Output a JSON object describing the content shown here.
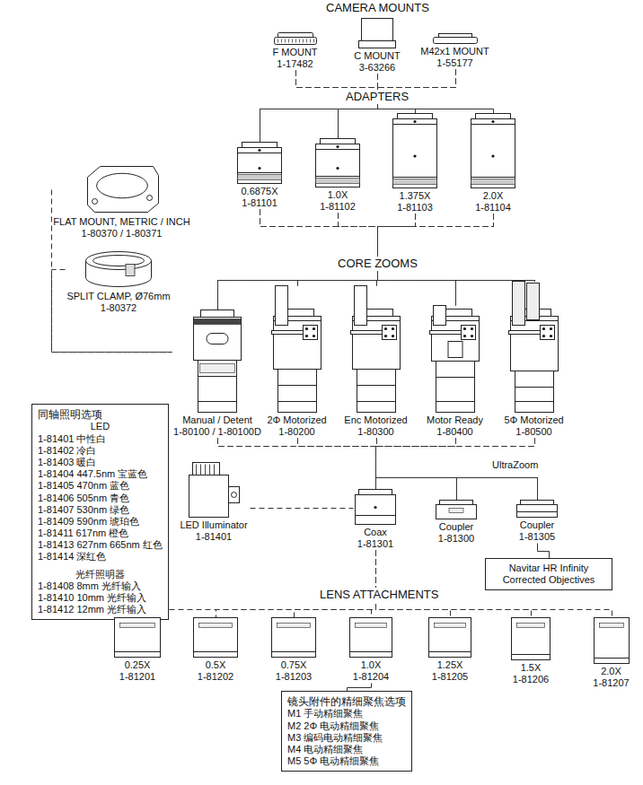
{
  "diagram": {
    "nodes": [
      {
        "text": [
          "F MOUNT",
          "1-17482"
        ]
      },
      {
        "text": [
          "C MOUNT",
          "3-63266"
        ]
      },
      {
        "text": [
          "M42x1 MOUNT",
          "1-55177"
        ]
      },
      {
        "text": [
          "0.6875X",
          "1-81101"
        ]
      },
      {
        "text": [
          "1.0X",
          "1-81102"
        ]
      },
      {
        "text": [
          "1.375X",
          "1-81103"
        ]
      },
      {
        "text": [
          "2.0X",
          "1-81104"
        ]
      },
      {
        "text": [
          "FLAT MOUNT, METRIC / INCH",
          "1-80370 / 1-80371"
        ]
      },
      {
        "text": [
          "SPLIT CLAMP, Ø76mm",
          "1-80372"
        ]
      },
      {
        "text": [
          "Manual / Detent",
          "1-80100 / 1-80100D"
        ]
      },
      {
        "text": [
          "2Φ Motorized",
          "1-80200"
        ]
      },
      {
        "text": [
          "Enc Motorized",
          "1-80300"
        ]
      },
      {
        "text": [
          "Motor Ready",
          "1-80400"
        ]
      },
      {
        "text": [
          "5Φ Motorized",
          "1-80500"
        ]
      },
      {
        "text": [
          "同轴照明选项",
          "LED",
          "1-81401 中性白",
          "1-81402 冷白",
          "1-81403 暖白",
          "1-81404 447.5nm 宝蓝色",
          "1-81405 470nm 蓝色",
          "1-81406 505nm 青色",
          "1-81407 530nm 绿色",
          "1-81409 590nm 琥珀色",
          "1-81411 617nm 橙色",
          "1-81413 627nm 665nm 红色",
          "1-81414 深红色",
          "光纤照明器",
          "1-81408 8mm 光纤输入",
          "1-81410 10mm 光纤输入",
          "1-81412 12mm 光纤输入"
        ]
      },
      {
        "text": [
          "LED Illuminator",
          "1-81401"
        ]
      },
      {
        "text": [
          "Coax",
          "1-81301"
        ]
      },
      {
        "text": [
          "Coupler",
          "1-81300"
        ]
      },
      {
        "text": [
          "Coupler",
          "1-81305"
        ]
      },
      {
        "text": [
          "Navitar HR Infinity Corrected Objectives"
        ]
      },
      {
        "text": [
          "0.25X",
          "1-81201"
        ]
      },
      {
        "text": [
          "0.5X",
          "1-81202"
        ]
      },
      {
        "text": [
          "0.75X",
          "1-81203"
        ]
      },
      {
        "text": [
          "1.0X",
          "1-81204"
        ]
      },
      {
        "text": [
          "1.25X",
          "1-81205"
        ]
      },
      {
        "text": [
          "1.5X",
          "1-81206"
        ]
      },
      {
        "text": [
          "2.0X",
          "1-81207"
        ]
      },
      {
        "text": [
          "镜头附件的精细聚焦选项",
          "M1 手动精细聚焦",
          "M2 2Φ 电动精细聚焦",
          "M3 编码电动精细聚焦",
          "M4 电动精细聚焦",
          "M5 5Φ 电动精细聚焦"
        ]
      }
    ],
    "edges": [
      {
        "from": 0,
        "to": 3,
        "arrow": "none"
      },
      {
        "from": 0,
        "to": 4,
        "arrow": "none"
      },
      {
        "from": 0,
        "to": 5,
        "arrow": "none"
      },
      {
        "from": 0,
        "to": 6,
        "arrow": "none"
      },
      {
        "from": 1,
        "to": 3,
        "arrow": "none"
      },
      {
        "from": 1,
        "to": 4,
        "arrow": "none"
      },
      {
        "from": 1,
        "to": 5,
        "arrow": "none"
      },
      {
        "from": 1,
        "to": 6,
        "arrow": "none"
      },
      {
        "from": 2,
        "to": 3,
        "arrow": "none"
      },
      {
        "from": 2,
        "to": 4,
        "arrow": "none"
      },
      {
        "from": 2,
        "to": 5,
        "arrow": "none"
      },
      {
        "from": 2,
        "to": 6,
        "arrow": "none"
      },
      {
        "from": 3,
        "to": 9,
        "arrow": "none"
      },
      {
        "from": 3,
        "to": 10,
        "arrow": "none"
      },
      {
        "from": 3,
        "to": 11,
        "arrow": "none"
      },
      {
        "from": 3,
        "to": 12,
        "arrow": "none"
      },
      {
        "from": 3,
        "to": 13,
        "arrow": "none"
      },
      {
        "from": 4,
        "to": 9,
        "arrow": "none"
      },
      {
        "from": 4,
        "to": 10,
        "arrow": "none"
      },
      {
        "from": 4,
        "to": 11,
        "arrow": "none"
      },
      {
        "from": 4,
        "to": 12,
        "arrow": "none"
      },
      {
        "from": 4,
        "to": 13,
        "arrow": "none"
      },
      {
        "from": 5,
        "to": 9,
        "arrow": "none"
      },
      {
        "from": 5,
        "to": 10,
        "arrow": "none"
      },
      {
        "from": 5,
        "to": 11,
        "arrow": "none"
      },
      {
        "from": 5,
        "to": 12,
        "arrow": "none"
      },
      {
        "from": 5,
        "to": 13,
        "arrow": "none"
      },
      {
        "from": 6,
        "to": 9,
        "arrow": "none"
      },
      {
        "from": 6,
        "to": 10,
        "arrow": "none"
      },
      {
        "from": 6,
        "to": 11,
        "arrow": "none"
      },
      {
        "from": 6,
        "to": 12,
        "arrow": "none"
      },
      {
        "from": 6,
        "to": 13,
        "arrow": "none"
      },
      {
        "from": 7,
        "to": 9,
        "arrow": "none"
      },
      {
        "from": 8,
        "to": 9,
        "arrow": "none"
      },
      {
        "from": 9,
        "to": 16,
        "arrow": "none"
      },
      {
        "from": 9,
        "to": 17,
        "arrow": "none"
      },
      {
        "from": 9,
        "to": 18,
        "arrow": "none"
      },
      {
        "from": 10,
        "to": 16,
        "arrow": "none"
      },
      {
        "from": 10,
        "to": 17,
        "arrow": "none"
      },
      {
        "from": 10,
        "to": 18,
        "arrow": "none"
      },
      {
        "from": 11,
        "to": 16,
        "arrow": "none"
      },
      {
        "from": 11,
        "to": 17,
        "arrow": "none"
      },
      {
        "from": 11,
        "to": 18,
        "arrow": "none"
      },
      {
        "from": 12,
        "to": 16,
        "arrow": "none"
      },
      {
        "from": 12,
        "to": 17,
        "arrow": "none"
      },
      {
        "from": 12,
        "to": 18,
        "arrow": "none"
      },
      {
        "from": 13,
        "to": 16,
        "arrow": "none"
      },
      {
        "from": 13,
        "to": 17,
        "arrow": "none"
      },
      {
        "from": 13,
        "to": 18,
        "arrow": "none"
      },
      {
        "from": 15,
        "to": 16,
        "arrow": "none"
      },
      {
        "from": 18,
        "to": 19,
        "arrow": "none"
      },
      {
        "from": 16,
        "to": 20,
        "arrow": "none"
      },
      {
        "from": 16,
        "to": 21,
        "arrow": "none"
      },
      {
        "from": 16,
        "to": 22,
        "arrow": "none"
      },
      {
        "from": 16,
        "to": 23,
        "arrow": "none"
      },
      {
        "from": 16,
        "to": 24,
        "arrow": "none"
      },
      {
        "from": 16,
        "to": 25,
        "arrow": "none"
      },
      {
        "from": 16,
        "to": 26,
        "arrow": "none"
      },
      {
        "from": 23,
        "to": 27,
        "arrow": "none"
      }
    ],
    "labels": [
      "CAMERA MOUNTS",
      "ADAPTERS",
      "CORE ZOOMS",
      "UltraZoom",
      "LENS ATTACHMENTS"
    ]
  }
}
